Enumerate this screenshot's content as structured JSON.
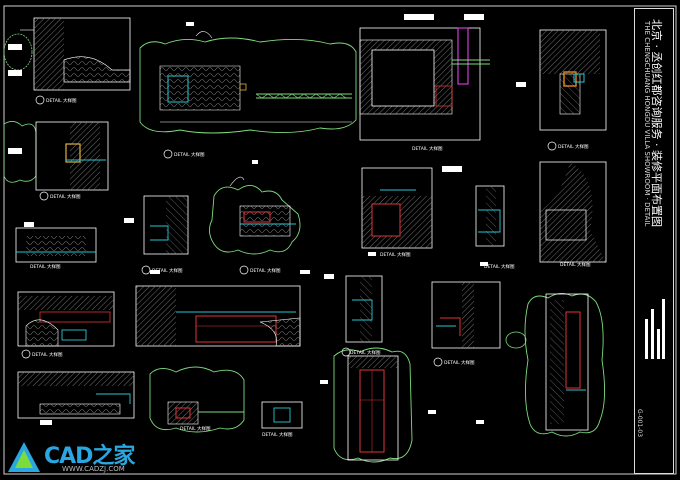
{
  "drawing": {
    "title": "北京 · 丞创红都咨询服务 · 装修平面布置图",
    "subtitle": "THE CHENGCHUANG HONGDU VILLA SHOWROOM · DETAIL",
    "code": "G-001-03"
  },
  "watermark": {
    "brand": "CAD之家",
    "url": "WWW.CADZJ.COM"
  },
  "colors": {
    "background": "#000000",
    "cloud": "#7ddc7d",
    "line": "#ffffff",
    "cyan": "#29c6d6",
    "red": "#e0343a",
    "magenta": "#d23ad8",
    "hatch": "#9b9b9b",
    "accent": "#2aa7e0"
  },
  "detail_labels": [
    "DETAIL 大样图",
    "DETAIL 大样图",
    "DETAIL 大样图",
    "DETAIL 大样图",
    "DETAIL 大样图",
    "DETAIL 大样图",
    "DETAIL 大样图",
    "DETAIL 大样图",
    "DETAIL 大样图",
    "DETAIL 大样图",
    "DETAIL 大样图",
    "DETAIL 大样图",
    "DETAIL 大样图",
    "DETAIL 大样图",
    "DETAIL 大样图",
    "DETAIL 大样图"
  ]
}
